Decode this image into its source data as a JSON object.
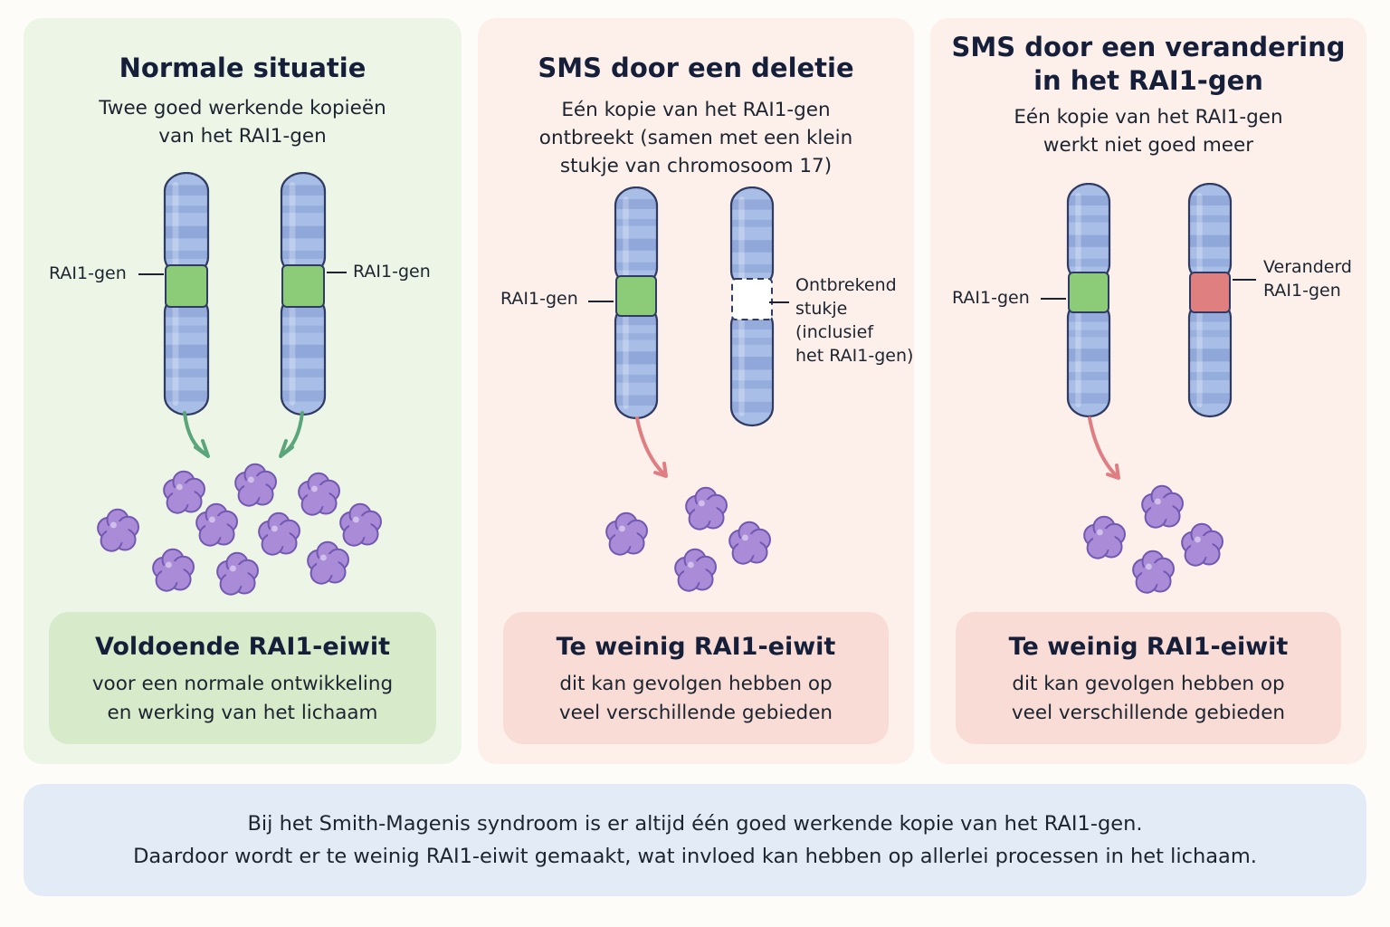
{
  "colors": {
    "healthy_gene": "#8ccb78",
    "variant_gene": "#e07f80",
    "chromosome_base": "#a8bee6",
    "chromosome_band": "#7f98d0",
    "chromosome_outline": "#2f3b63",
    "protein": "#a98bd8",
    "protein_outline": "#7258b1",
    "arrow_green": "#5aa57a",
    "arrow_red": "#e07d82"
  },
  "panels": {
    "normal": {
      "title": "Normale situatie",
      "subtitle": "Twee goed werkende kopieën\nvan het RAI1-gen",
      "left_gene_label": "RAI1-gen",
      "right_gene_label": "RAI1-gen",
      "result_title": "Voldoende RAI1-eiwit",
      "result_text": "voor een normale ontwikkeling\nen werking van het lichaam",
      "protein_count": 10
    },
    "deletion": {
      "title": "SMS door een deletie",
      "subtitle": "Eén kopie van het RAI1-gen\nontbreekt (samen met een klein\nstukje van chromosoom 17)",
      "left_gene_label": "RAI1-gen",
      "missing_label": "Ontbrekend\nstukje\n(inclusief\nhet RAI1-gen)",
      "result_title": "Te weinig RAI1-eiwit",
      "result_text": "dit kan gevolgen hebben op\nveel verschillende gebieden",
      "protein_count": 4
    },
    "variant": {
      "title": "SMS door een verandering\nin het RAI1-gen",
      "subtitle": "Eén kopie van het RAI1-gen\nwerkt niet goed meer",
      "left_gene_label": "RAI1-gen",
      "changed_label": "Veranderd\nRAI1-gen",
      "result_title": "Te weinig RAI1-eiwit",
      "result_text": "dit kan gevolgen hebben op\nveel verschillende gebieden",
      "protein_count": 4
    }
  },
  "footer": {
    "line1": "Bij het Smith-Magenis syndroom is er altijd één goed werkende kopie van het RAI1-gen.",
    "line2": "Daardoor wordt er te weinig RAI1-eiwit gemaakt, wat invloed kan hebben op allerlei processen in het lichaam."
  }
}
